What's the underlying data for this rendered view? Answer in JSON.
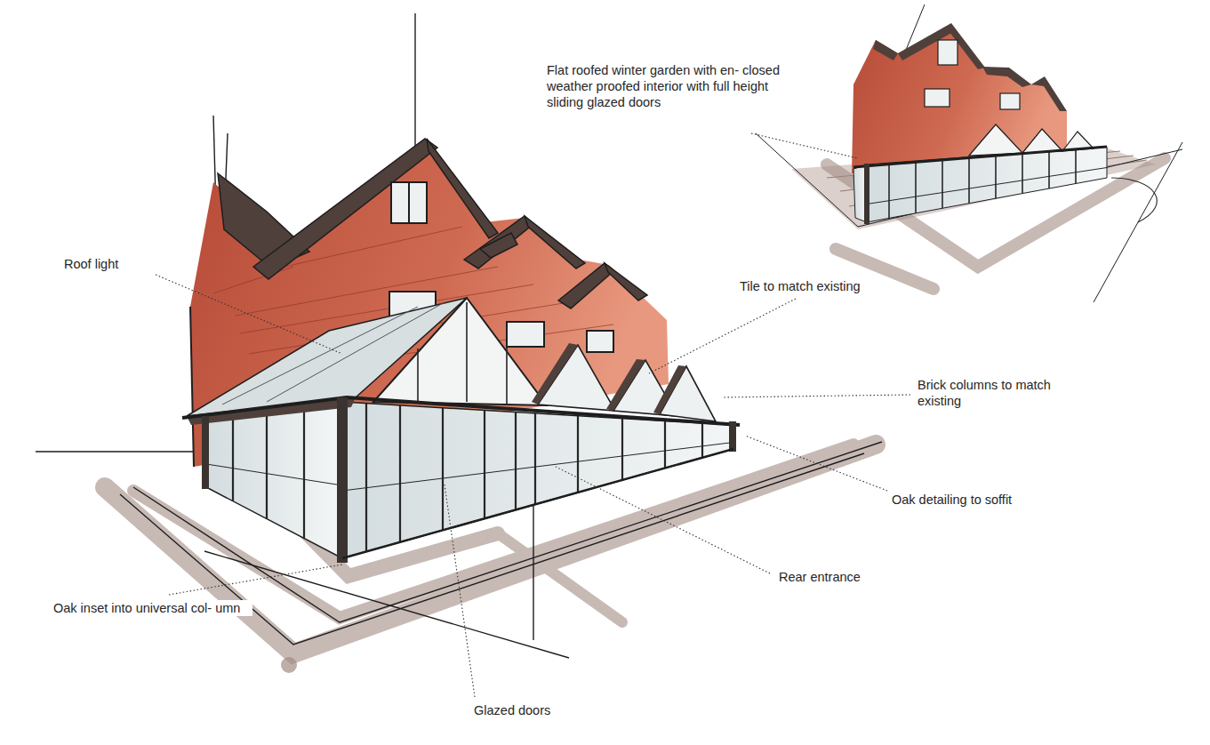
{
  "diagram": {
    "labels": [
      "Flat roofed winter garden with en- closed weather proofed interior with full height sliding glazed doors",
      "Roof light",
      "Tile to match existing",
      "Brick columns to match existing",
      "Oak detailing to soffit",
      "Rear entrance",
      "Oak inset into universal col- umn",
      "Glazed doors"
    ]
  }
}
